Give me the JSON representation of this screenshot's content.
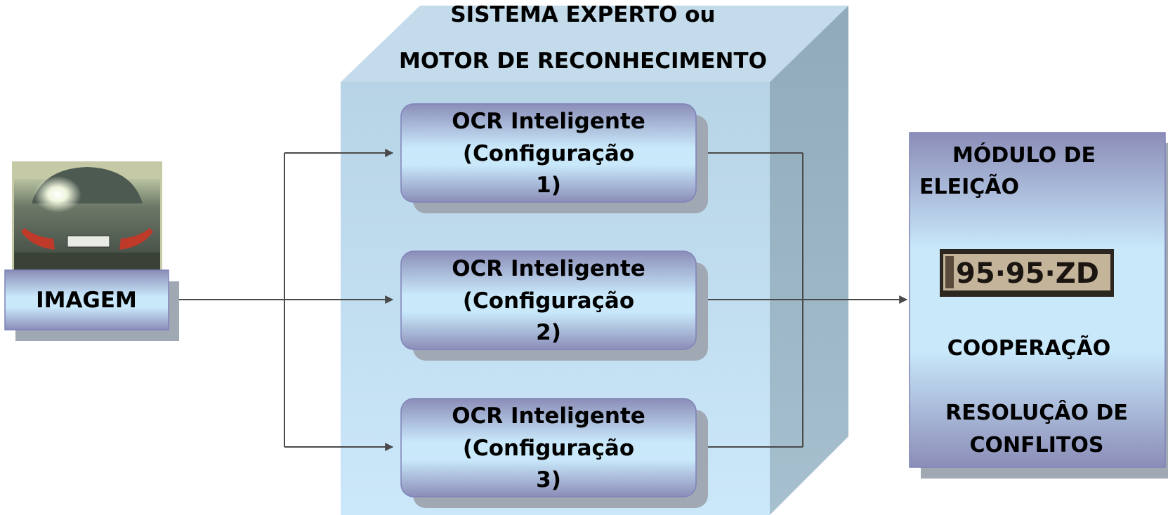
{
  "expert_system": {
    "title_line1": "SISTEMA EXPERTO ou",
    "title_line2": "MOTOR DE RECONHECIMENTO"
  },
  "image_box": {
    "label": "IMAGEM"
  },
  "ocr_modules": [
    {
      "line1": "OCR Inteligente",
      "line2": "(Configuração",
      "line3": "1)"
    },
    {
      "line1": "OCR Inteligente",
      "line2": "(Configuração",
      "line3": "2)"
    },
    {
      "line1": "OCR Inteligente",
      "line2": "(Configuração",
      "line3": "3)"
    }
  ],
  "election_module": {
    "title_line1": "MÓDULO DE",
    "title_line2": "ELEIÇÃO",
    "plate_text": "95·95·ZD",
    "cooperation": "COOPERAÇÃO",
    "resolution_line1": "RESOLUÇÂO DE",
    "resolution_line2": "CONFLITOS"
  },
  "colors": {
    "cube_front_top": "#b7d4e6",
    "cube_front_bottom": "#cbe8fa",
    "cube_top": "#c3dbea",
    "cube_side": "#95aebd",
    "box_dark": "#8b8db8",
    "box_light": "#c9e9fb",
    "arrow": "#4a4a4a"
  }
}
